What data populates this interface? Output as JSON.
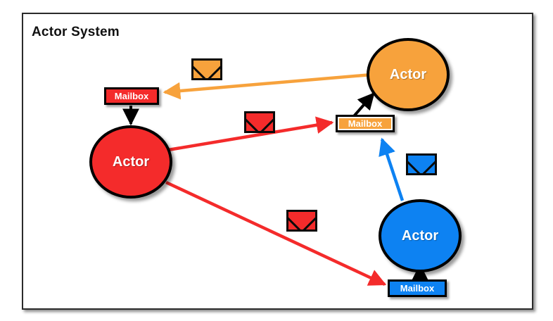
{
  "diagram": {
    "title": "Actor System",
    "frame_border_color": "#2b2b2b",
    "background": "#ffffff",
    "palette": {
      "red": "#f42b2b",
      "orange": "#f7a23c",
      "blue": "#0d82f2",
      "outline": "#000000",
      "text": "#ffffff"
    },
    "actors": [
      {
        "id": "actor-red",
        "label": "Actor",
        "color": "#f42b2b"
      },
      {
        "id": "actor-orange",
        "label": "Actor",
        "color": "#f7a23c"
      },
      {
        "id": "actor-blue",
        "label": "Actor",
        "color": "#0d82f2"
      }
    ],
    "mailboxes": [
      {
        "id": "mailbox-red",
        "label": "Mailbox",
        "color": "#f42b2b"
      },
      {
        "id": "mailbox-orange",
        "label": "Mailbox",
        "color": "#f7a23c"
      },
      {
        "id": "mailbox-blue",
        "label": "Mailbox",
        "color": "#0d82f2"
      }
    ],
    "messages": [
      {
        "id": "message-orange",
        "icon": "envelope-icon",
        "color": "#f7a23c"
      },
      {
        "id": "message-red-1",
        "icon": "envelope-icon",
        "color": "#f42b2b"
      },
      {
        "id": "message-blue",
        "icon": "envelope-icon",
        "color": "#0d82f2"
      },
      {
        "id": "message-red-2",
        "icon": "envelope-icon",
        "color": "#f42b2b"
      }
    ],
    "edges": [
      {
        "id": "edge-orange-actor-to-red-mailbox",
        "color": "#f7a23c",
        "from": "actor-orange",
        "to": "mailbox-red"
      },
      {
        "id": "edge-red-actor-to-orange-mailbox",
        "color": "#f42b2b",
        "from": "actor-red",
        "to": "mailbox-orange"
      },
      {
        "id": "edge-red-actor-to-blue-mailbox",
        "color": "#f42b2b",
        "from": "actor-red",
        "to": "mailbox-blue"
      },
      {
        "id": "edge-blue-actor-to-orange-mailbox",
        "color": "#0d82f2",
        "from": "actor-blue",
        "to": "mailbox-orange"
      },
      {
        "id": "edge-red-mailbox-to-red-actor",
        "color": "#000000",
        "from": "mailbox-red",
        "to": "actor-red"
      },
      {
        "id": "edge-orange-mailbox-to-orange-actor",
        "color": "#000000",
        "from": "mailbox-orange",
        "to": "actor-orange"
      },
      {
        "id": "edge-blue-mailbox-to-blue-actor",
        "color": "#000000",
        "from": "mailbox-blue",
        "to": "actor-blue"
      }
    ]
  }
}
